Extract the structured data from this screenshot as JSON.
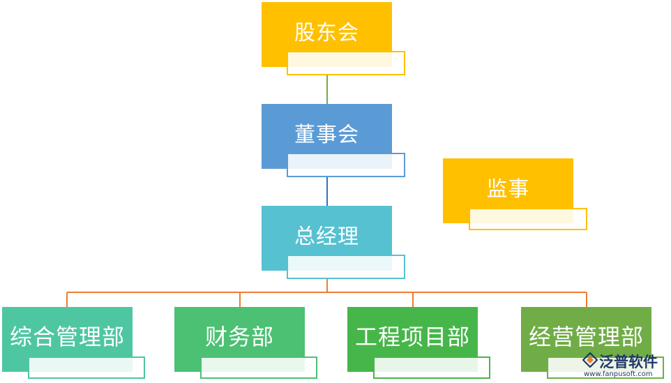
{
  "diagram": {
    "nodes": {
      "shareholders": {
        "label": "股东会",
        "color": "#FFC000"
      },
      "board": {
        "label": "董事会",
        "color": "#5B9BD5"
      },
      "general_manager": {
        "label": "总经理",
        "color": "#56C1D0"
      },
      "supervisor": {
        "label": "监事",
        "color": "#FFC000"
      },
      "admin_dept": {
        "label": "综合管理部",
        "color": "#4EC6A2"
      },
      "finance_dept": {
        "label": "财务部",
        "color": "#4CC073"
      },
      "engineering_dept": {
        "label": "工程项目部",
        "color": "#47B64A"
      },
      "operations_dept": {
        "label": "经营管理部",
        "color": "#70AD47"
      }
    },
    "edges": [
      {
        "from": "shareholders",
        "to": "board",
        "color": "#70AD47"
      },
      {
        "from": "board",
        "to": "general_manager",
        "color": "#2E75B6"
      },
      {
        "from": "general_manager",
        "to": "admin_dept",
        "color": "#ED7D31"
      },
      {
        "from": "general_manager",
        "to": "finance_dept",
        "color": "#ED7D31"
      },
      {
        "from": "general_manager",
        "to": "engineering_dept",
        "color": "#ED7D31"
      },
      {
        "from": "general_manager",
        "to": "operations_dept",
        "color": "#ED7D31"
      }
    ]
  },
  "watermark": {
    "name": "泛普软件",
    "url": "www.fanpusoft.com",
    "color": "#1F3864"
  }
}
